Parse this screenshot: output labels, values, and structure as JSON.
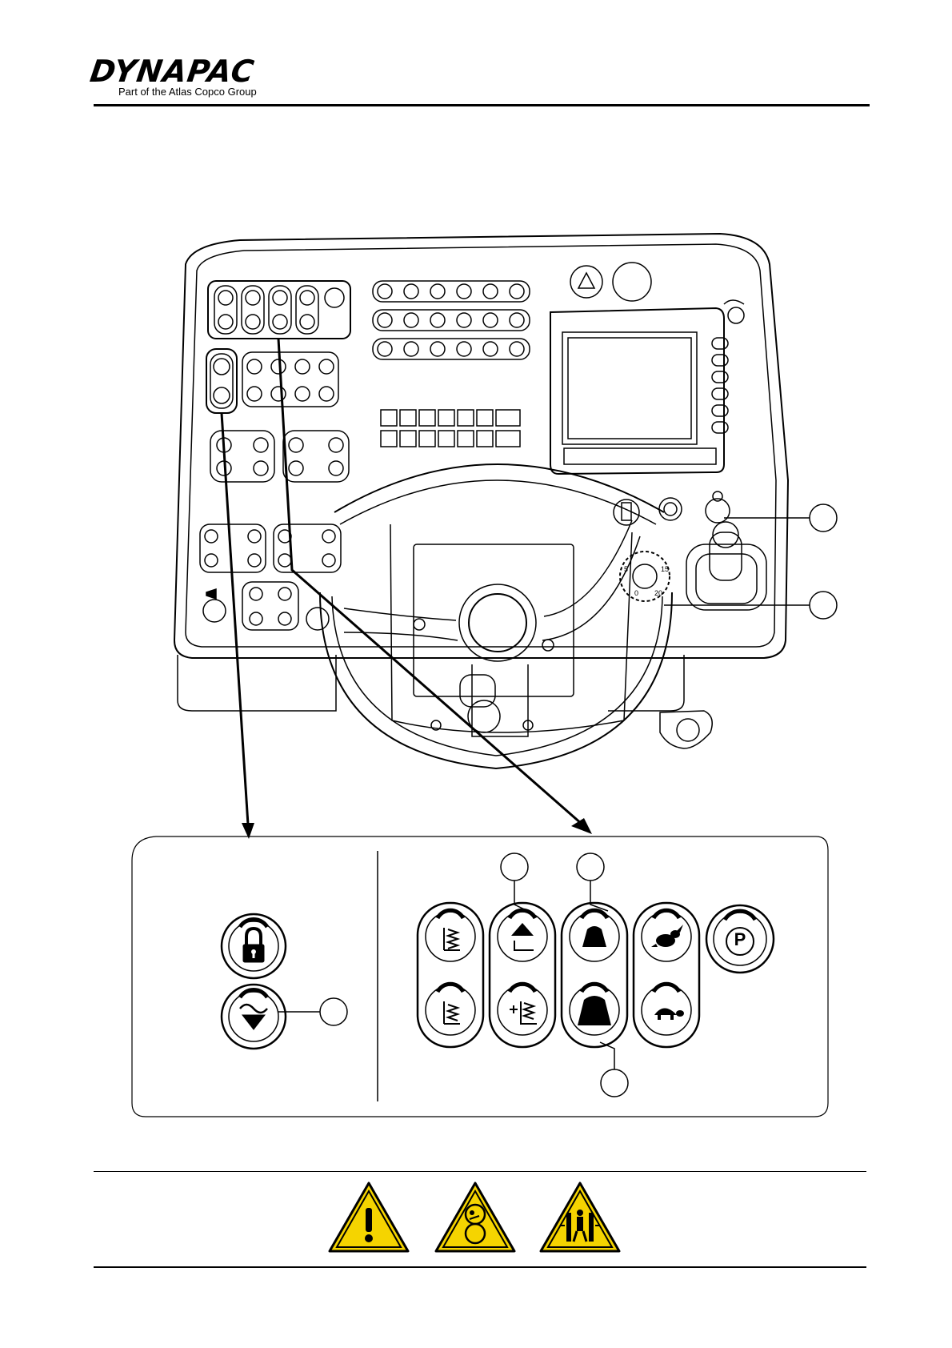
{
  "header": {
    "brand": "DYNAPAC",
    "tagline": "Part of the Atlas Copco Group"
  },
  "dial": {
    "ticks": [
      "5",
      "15",
      "0",
      "20"
    ]
  },
  "detail_panel": {
    "left_buttons": [
      "lock-icon",
      "vibration-down-icon"
    ],
    "right_upper_buttons": [
      "frequency-hz-icon",
      "lift-icon",
      "weight-icon",
      "rabbit-icon"
    ],
    "right_lower_buttons": [
      "frequency-hz-icon",
      "frequency-plus-icon",
      "weight-heavy-icon",
      "turtle-icon"
    ],
    "park_label": "P"
  },
  "callouts": {
    "count": 6
  },
  "warnings": [
    "general-warning-icon",
    "crush-rollers-warning-icon",
    "crush-body-warning-icon"
  ],
  "colors": {
    "warning_yellow": "#f5d400",
    "line": "#000000"
  }
}
